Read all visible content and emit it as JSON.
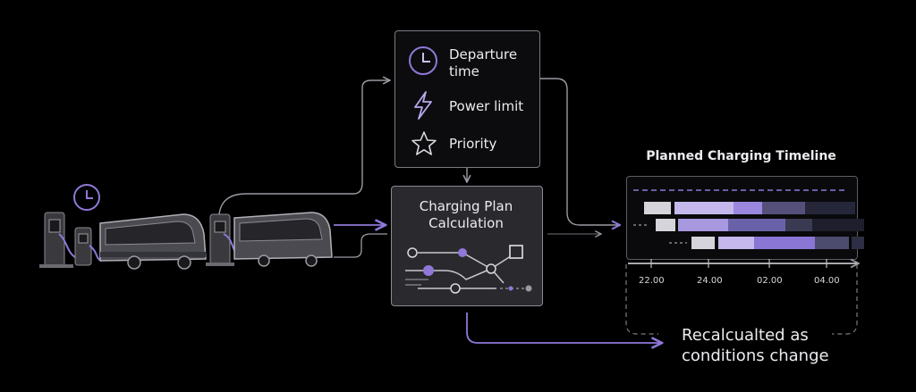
{
  "inputs": {
    "departure_label": "Departure time",
    "power_label": "Power limit",
    "priority_label": "Priority"
  },
  "calculation": {
    "title": "Charging Plan Calculation"
  },
  "timeline": {
    "title": "Planned Charging Timeline",
    "ticks": [
      "22.00",
      "24.00",
      "02.00",
      "04.00"
    ]
  },
  "feedback": {
    "label": "Recalcualted as conditions change"
  },
  "colors": {
    "accent": "#8f78d8",
    "accent_light": "#b8a8ec",
    "panel_border": "#7a7a82",
    "line": "#9a9aa2"
  }
}
